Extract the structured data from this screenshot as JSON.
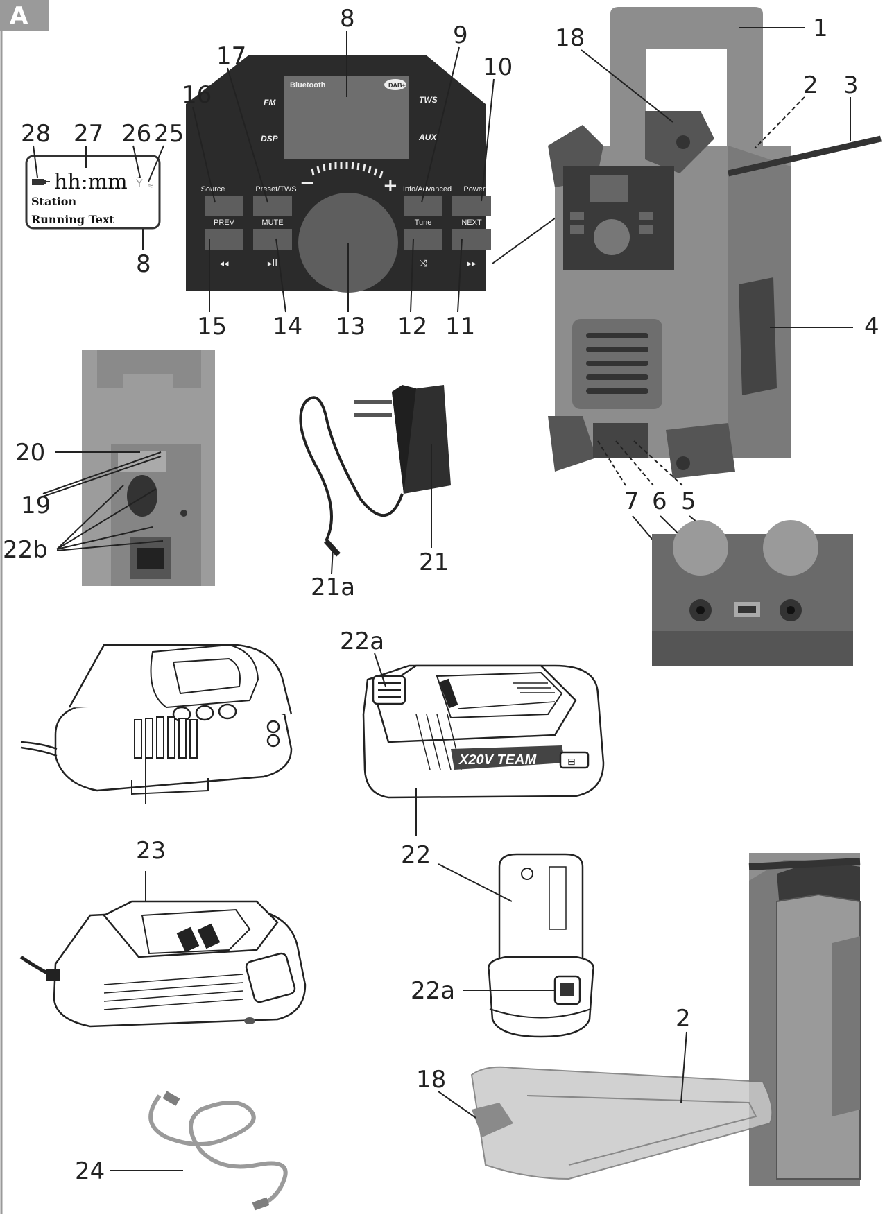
{
  "figure_tag": "A",
  "lcd": {
    "time": "hh:mm",
    "station": "Station",
    "running_text": "Running Text"
  },
  "panel": {
    "bluetooth": "Bluetooth",
    "dab": "DAB+",
    "fm": "FM",
    "dsp": "DSP",
    "tws": "TWS",
    "aux": "AUX",
    "minus": "−",
    "plus": "+",
    "buttons_top": [
      "Source",
      "Preset/TWS",
      "Info/Advanced",
      "Power"
    ],
    "buttons_bottom": [
      "PREV",
      "MUTE",
      "Tune",
      "NEXT"
    ],
    "button_icons": [
      "◂◂",
      "▸II",
      "⤨",
      "▸▸"
    ]
  },
  "callouts": {
    "c1": "1",
    "c2": "2",
    "c3": "3",
    "c4": "4",
    "c5": "5",
    "c6": "6",
    "c7": "7",
    "c8_panel": "8",
    "c8_lcd": "8",
    "c9": "9",
    "c10": "10",
    "c11": "11",
    "c12": "12",
    "c13": "13",
    "c14": "14",
    "c15": "15",
    "c16": "16",
    "c17": "17",
    "c18_top": "18",
    "c18_bottom": "18",
    "c19": "19",
    "c20": "20",
    "c21": "21",
    "c21a": "21a",
    "c22_top": "22",
    "c22_bottom": "22",
    "c22a_top": "22a",
    "c22a_bottom": "22a",
    "c22b": "22b",
    "c23": "23",
    "c24": "24",
    "c25": "25",
    "c26": "26",
    "c27": "27",
    "c28": "28",
    "c2_bottom": "2"
  },
  "battery_brand": "X20V TEAM",
  "colors": {
    "panel_bg": "#2b2b2b",
    "device_gray": "#8d8d8d",
    "device_dark": "#555555",
    "tag_bg": "#9a9a9a"
  }
}
